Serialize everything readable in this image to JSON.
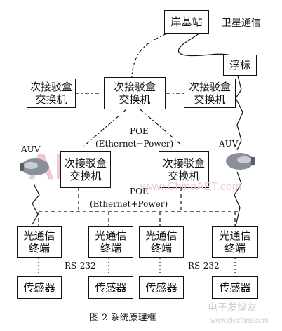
{
  "nodes": {
    "shore_station": "岸基站",
    "buoy": "浮标",
    "junction_box_switch": [
      "次接驳盒",
      "交换机"
    ],
    "optical_terminal": [
      "光通信",
      "终端"
    ],
    "sensor": "传感器"
  },
  "labels": {
    "satellite": "卫星通信",
    "auv": "AUV",
    "poe": "POE",
    "poe_detail": "(Ethernet+Power)",
    "rs232": "RS-232"
  },
  "caption": "图 2  系统原理框",
  "watermarks": {
    "logo": "AET",
    "site": "www.ChinaAET.com",
    "logo_cn": "电子发烧友",
    "site_small": "www.elecfans.com"
  }
}
